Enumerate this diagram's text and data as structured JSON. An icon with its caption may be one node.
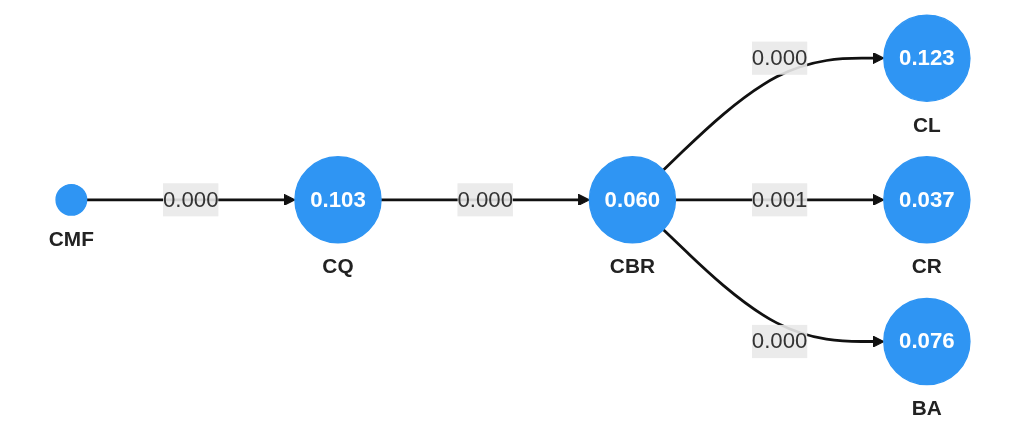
{
  "diagram": {
    "nodes": [
      {
        "text": [],
        "shape": "circle",
        "beside": [
          "CMF"
        ]
      },
      {
        "text": [
          "0.103"
        ],
        "beside": [
          "CQ"
        ]
      },
      {
        "text": [
          "0.060"
        ],
        "beside": [
          "CBR"
        ]
      },
      {
        "text": [
          "0.123"
        ],
        "beside": [
          "CL"
        ]
      },
      {
        "text": [
          "0.037"
        ],
        "beside": [
          "CR"
        ]
      },
      {
        "text": [
          "0.076"
        ],
        "beside": [
          "BA"
        ]
      }
    ],
    "edges": [
      {
        "from": 0,
        "to": 1,
        "arrow": "to",
        "label": "0.000"
      },
      {
        "from": 1,
        "to": 2,
        "arrow": "to",
        "label": "0.000"
      },
      {
        "from": 2,
        "to": 3,
        "arrow": "to",
        "label": "0.000"
      },
      {
        "from": 2,
        "to": 4,
        "arrow": "to",
        "label": "0.001"
      },
      {
        "from": 2,
        "to": 5,
        "arrow": "to",
        "label": "0.000"
      }
    ]
  }
}
